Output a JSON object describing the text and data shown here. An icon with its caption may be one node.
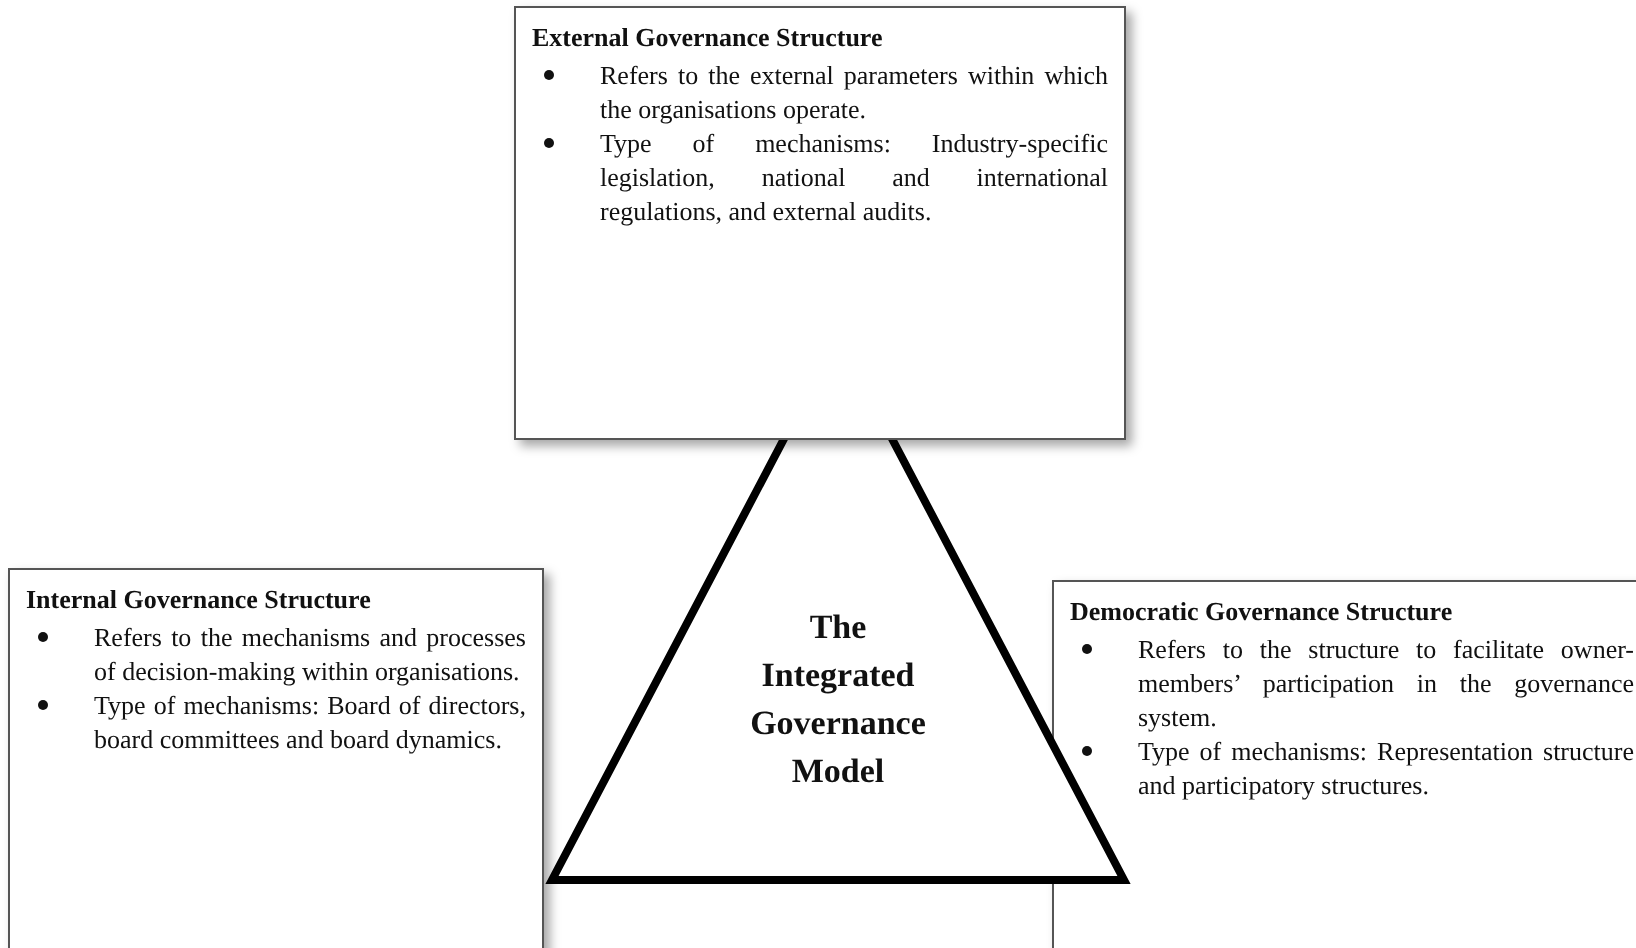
{
  "diagram": {
    "nodes": [
      {
        "text": [
          "External Governance Structure",
          "Refers to the external parameters within which the organisations operate.",
          "Type of mechanisms: Industry-specific legislation, national and international regulations, and external audits."
        ]
      },
      {
        "text": [
          "Internal Governance Structure",
          "Refers to the mechanisms and processes of decision-making within organisations.",
          "Type of mechanisms: Board of directors, board committees and board dynamics."
        ]
      },
      {
        "text": [
          "The Integrated Governance Model"
        ]
      },
      {
        "text": [
          "Democratic Governance Structure",
          "Refers to the structure to facilitate owner-members’ participation in the governance system.",
          "Type of mechanisms: Representation structure and participatory structures."
        ]
      }
    ]
  }
}
